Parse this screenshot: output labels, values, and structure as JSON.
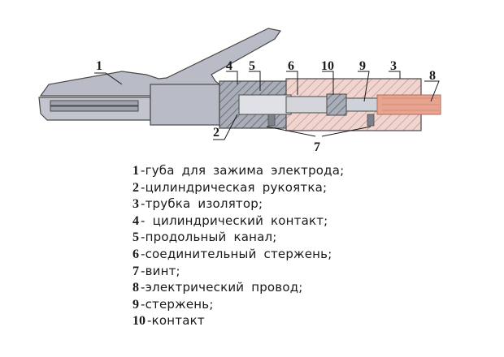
{
  "callouts": {
    "c1": "1",
    "c2": "2",
    "c3": "3",
    "c4": "4",
    "c5": "5",
    "c6": "6",
    "c7": "7",
    "c8": "8",
    "c9": "9",
    "c10": "10"
  },
  "legend": [
    {
      "num": "1",
      "text": "-губа для зажима электрода;"
    },
    {
      "num": "2",
      "text": "-цилиндрическая рукоятка;"
    },
    {
      "num": "3",
      "text": "-трубка изолятор;"
    },
    {
      "num": "4",
      "text": "- цилиндрический контакт;"
    },
    {
      "num": "5",
      "text": "-продольный канал;"
    },
    {
      "num": "6",
      "text": "-соединительный стержень;"
    },
    {
      "num": "7",
      "text": "-винт;"
    },
    {
      "num": "8",
      "text": "-электрический провод;"
    },
    {
      "num": "9",
      "text": "-стержень;"
    },
    {
      "num": "10",
      "text": "-контакт"
    }
  ],
  "colors": {
    "metal": "#b9bcc6",
    "metal_dark": "#8e929c",
    "insulator": "#f2d4cf",
    "hatch": "#8a8a8a",
    "wire": "#e8a48f",
    "outline": "#4a4a4a"
  }
}
